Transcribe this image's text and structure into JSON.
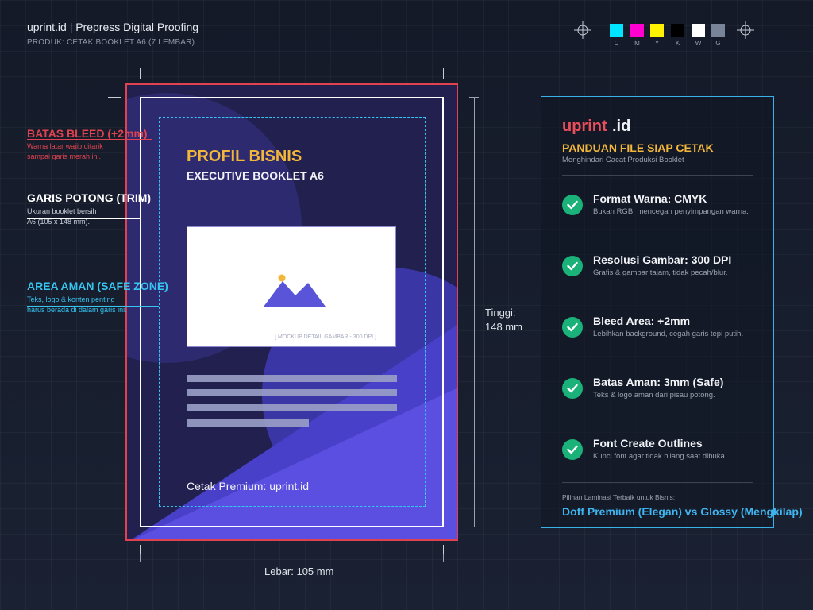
{
  "header": {
    "title": "uprint.id | Prepress Digital Proofing",
    "subtitle": "PRODUK: CETAK BOOKLET A6 (7 LEMBAR)"
  },
  "color_bar": {
    "swatches": [
      {
        "label": "C",
        "color": "#00e5ff"
      },
      {
        "label": "M",
        "color": "#ff00d0"
      },
      {
        "label": "Y",
        "color": "#fff200"
      },
      {
        "label": "K",
        "color": "#000000"
      },
      {
        "label": "W",
        "color": "#ffffff"
      },
      {
        "label": "G",
        "color": "#7a8498"
      }
    ],
    "icon": "registration-mark-icon"
  },
  "annotations": {
    "bleed": {
      "title": "BATAS BLEED (+2mm)",
      "desc_1": "Warna latar wajib ditarik",
      "desc_2": "sampai garis merah ini.",
      "color": "#e0434f"
    },
    "trim": {
      "title": "GARIS POTONG (TRIM)",
      "desc_1": "Ukuran booklet bersih",
      "desc_2": "A6 (105 x 148 mm).",
      "color": "#ffffff"
    },
    "safe": {
      "title": "AREA AMAN (SAFE ZONE)",
      "desc_1": "Teks, logo & konten penting",
      "desc_2": "harus berada di dalam garis ini.",
      "color": "#36c4f0"
    }
  },
  "booklet": {
    "title": "PROFIL BISNIS",
    "subtitle": "EXECUTIVE BOOKLET A6",
    "mockup_caption": "[ MOCKUP DETAIL GAMBAR - 300 DPI ]",
    "mockup_icon": "image-placeholder-icon",
    "footer": "Cetak Premium: uprint.id",
    "colors": {
      "background": "#22204f",
      "accent": "#5a4fe0",
      "title": "#f2b63a"
    }
  },
  "dimensions": {
    "width_label": "Lebar: 105 mm",
    "height_label_1": "Tinggi:",
    "height_label_2": "148 mm"
  },
  "panel": {
    "brand_a": "uprint",
    "brand_b": ".id",
    "title": "PANDUAN FILE SIAP CETAK",
    "subtitle": "Menghindari Cacat Produksi Booklet",
    "items": [
      {
        "title": "Format Warna: CMYK",
        "desc": "Bukan RGB, mencegah penyimpangan warna."
      },
      {
        "title": "Resolusi Gambar: 300 DPI",
        "desc": "Grafis & gambar tajam, tidak pecah/blur."
      },
      {
        "title": "Bleed Area: +2mm",
        "desc": "Lebihkan background, cegah garis tepi putih."
      },
      {
        "title": "Batas Aman: 3mm (Safe)",
        "desc": "Teks & logo aman dari pisau potong."
      },
      {
        "title": "Font Create Outlines",
        "desc": "Kunci font agar tidak hilang saat dibuka."
      }
    ],
    "item_icon": "check-circle-icon",
    "lamination_label": "Pilihan Laminasi Terbaik untuk Bisnis:",
    "lamination_value": "Doff Premium (Elegan) vs Glossy (Mengkilap)",
    "colors": {
      "border": "#39b2ea",
      "check": "#1bb27a",
      "brand": "#ea4e5a"
    }
  }
}
